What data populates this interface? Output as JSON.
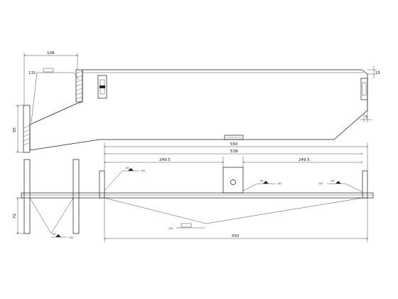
{
  "dimensions": {
    "top_width": "108",
    "right_height": "15",
    "right_gap": "5",
    "left_height": "95",
    "overall_upper": "550",
    "between_posts": "539",
    "left_span": "249.5",
    "right_span": "249.5",
    "front_height": "72",
    "overall_lower": "550"
  },
  "weld_symbols": {
    "top_left": "131",
    "front_left": "131",
    "front_mid": "131",
    "front_right": "131",
    "bottom_center": "131",
    "left_view": "131"
  },
  "weld_sizes": {
    "front_left": "a3",
    "front_mid": "a3",
    "front_right": "a3",
    "left_view": "a3"
  }
}
